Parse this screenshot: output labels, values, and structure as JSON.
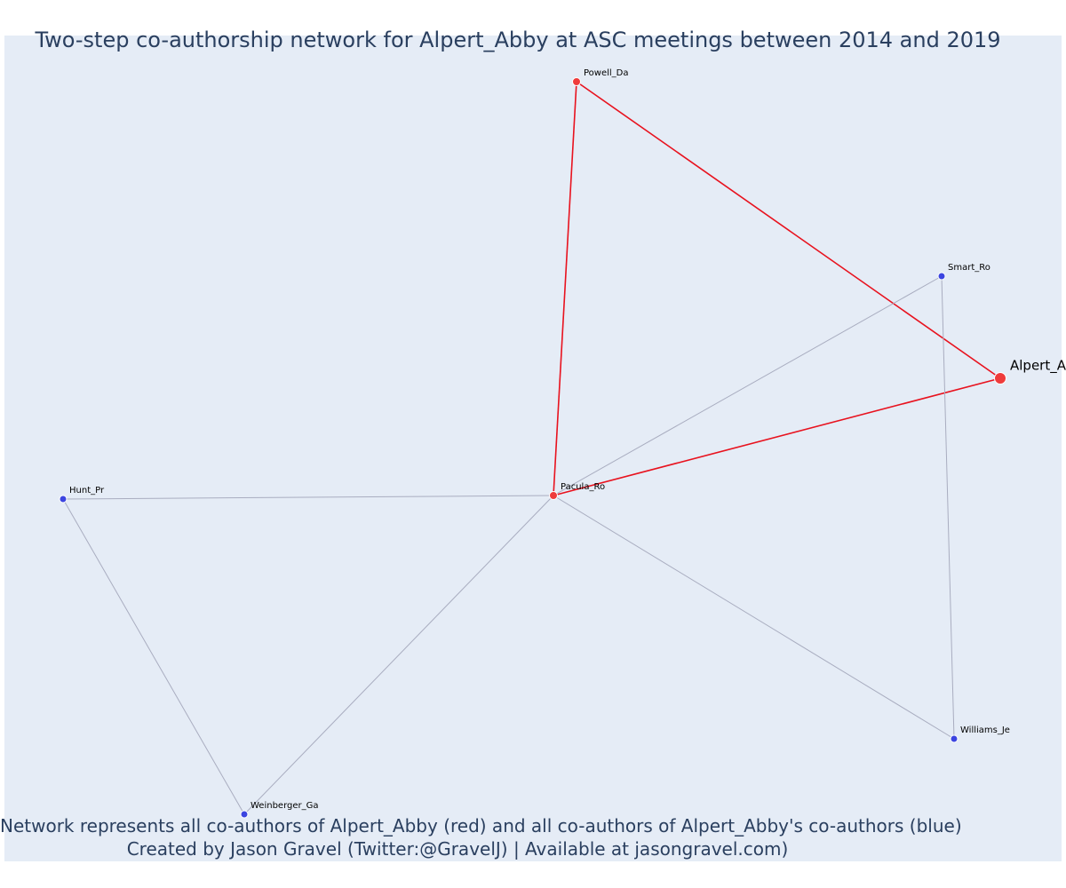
{
  "title": "Two-step co-authorship network for Alpert_Abby at ASC meetings between 2014 and 2019",
  "caption": {
    "line1": "Network represents all co-authors of Alpert_Abby (red) and all co-authors of Alpert_Abby's co-authors (blue)",
    "line2": "Created by Jason Gravel (Twitter:@GravelJ) | Available at jasongravel.com)"
  },
  "colors": {
    "background": "#e5ecf6",
    "red_node": "#ef3b3b",
    "blue_node": "#3c45e0",
    "red_edge": "#e8121e",
    "grey_edge": "#a9adc0",
    "text": "#2a3f5f"
  },
  "nodes": [
    {
      "id": "Alpert_A",
      "label": "Alpert_A",
      "group": "ego"
    },
    {
      "id": "Powell_Da",
      "label": "Powell_Da",
      "group": "red"
    },
    {
      "id": "Pacula_Ro",
      "label": "Pacula_Ro",
      "group": "red"
    },
    {
      "id": "Smart_Ro",
      "label": "Smart_Ro",
      "group": "blue"
    },
    {
      "id": "Hunt_Pr",
      "label": "Hunt_Pr",
      "group": "blue"
    },
    {
      "id": "Weinberger_Ga",
      "label": "Weinberger_Ga",
      "group": "blue"
    },
    {
      "id": "Williams_Je",
      "label": "Williams_Je",
      "group": "blue"
    }
  ],
  "edges": [
    {
      "source": "Powell_Da",
      "target": "Alpert_A",
      "type": "red"
    },
    {
      "source": "Powell_Da",
      "target": "Pacula_Ro",
      "type": "red"
    },
    {
      "source": "Pacula_Ro",
      "target": "Alpert_A",
      "type": "red"
    },
    {
      "source": "Pacula_Ro",
      "target": "Smart_Ro",
      "type": "grey"
    },
    {
      "source": "Pacula_Ro",
      "target": "Hunt_Pr",
      "type": "grey"
    },
    {
      "source": "Pacula_Ro",
      "target": "Weinberger_Ga",
      "type": "grey"
    },
    {
      "source": "Pacula_Ro",
      "target": "Williams_Je",
      "type": "grey"
    },
    {
      "source": "Smart_Ro",
      "target": "Williams_Je",
      "type": "grey"
    },
    {
      "source": "Hunt_Pr",
      "target": "Weinberger_Ga",
      "type": "grey"
    }
  ]
}
